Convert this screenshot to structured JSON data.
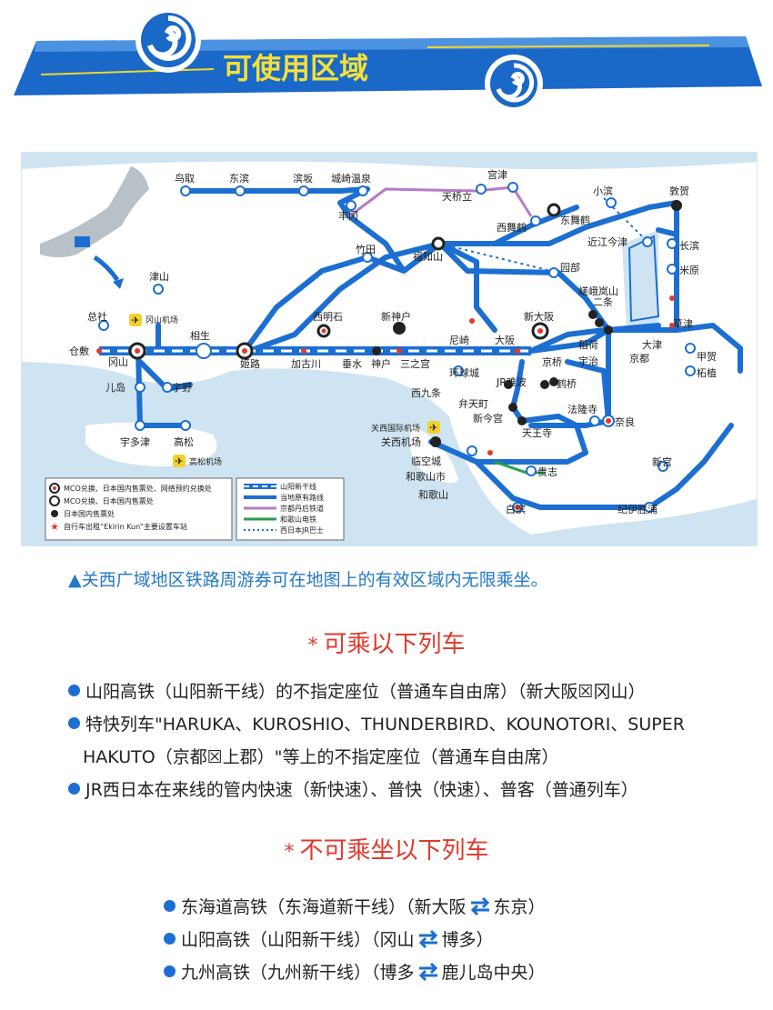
{
  "banner": {
    "title": "可使用区域"
  },
  "map": {
    "stations": {
      "tottori": "鸟取",
      "higashihama": "东滨",
      "hamasaka": "滨坂",
      "kinosaki": "城崎温泉",
      "toyooka": "丰冈",
      "amanohashidate": "天桥立",
      "miyazu": "宫津",
      "nishimaizuru": "西舞鹤",
      "higashimaizuru": "东舞鹤",
      "obama": "小滨",
      "tsuruga": "敦贺",
      "omiimazu": "近江今津",
      "nagahama": "长滨",
      "maibara": "米原",
      "takeda": "竹田",
      "fukuchiyama": "福知山",
      "sonobe": "园部",
      "arashiyama": "嵯峨岚山",
      "nijo": "二条",
      "kusatsu": "草津",
      "otsu": "大津",
      "koka": "甲贺",
      "tsuge": "柘植",
      "kyoto": "京都",
      "inari": "稻荷",
      "uji": "宇治",
      "tsuyama": "津山",
      "soja": "总社",
      "kurashiki": "仓敷",
      "okayama": "冈山",
      "aioi": "相生",
      "himeji": "姬路",
      "nishiakashi": "西明石",
      "shinkobe": "新神户",
      "shinosaka": "新大阪",
      "osaka": "大阪",
      "amagasaki": "尼崎",
      "kakogawa": "加古川",
      "tarumi": "垂水",
      "kobe": "神户",
      "sannomiya": "三之宫",
      "kyobashi": "京桥",
      "tsuruhashi": "鹤桥",
      "jrnamba": "JR难波",
      "kanjo": "环球城",
      "nishikujo": "西九条",
      "bentencho": "弁天町",
      "shinimamiya": "新今宫",
      "tennoji": "天王寺",
      "horyuji": "法隆寺",
      "nara": "奈良",
      "kojima": "儿岛",
      "uno": "宇野",
      "utazu": "宇多津",
      "takamatsu": "高松",
      "kix": "关西机场",
      "rinku": "临空城",
      "wakayamashi": "和歌山市",
      "wakayama": "和歌山",
      "kishi": "贵志",
      "shirahama": "白滨",
      "shingu": "新宫",
      "kiikatsuura": "纪伊胜浦"
    },
    "airports": {
      "okayama": "冈山机场",
      "takamatsu": "高松机场",
      "kansai": "关西国际机场"
    },
    "legend_left": [
      "MCO兑换、日本国内售票处、网络预约兑换处",
      "MCO兑换、日本国内售票处",
      "日本国内售票处",
      "自行车出租“Ekirin Kun”主要设置车站"
    ],
    "legend_right": [
      "山阳新干线",
      "当地原有路线",
      "京都丹后铁道",
      "和歌山电铁",
      "西日本JR巴士"
    ],
    "colors": {
      "jr_line": "#1c6fd1",
      "tango_line": "#b879c8",
      "wakayama_line": "#2aa04a",
      "sea": "#cfe4f2",
      "land": "#ffffff"
    }
  },
  "caption": "▲关西广域地区铁路周游券可在地图上的有效区域内无限乘坐。",
  "allowed": {
    "title": "可乘以下列车",
    "items": [
      "山阳高铁（山阳新干线）的不指定座位（普通车自由席）（新大阪☒冈山）",
      "特快列车\"HARUKA、KUROSHIO、THUNDERBIRD、KOUNOTORI、SUPER",
      "HAKUTO（京都☒上郡）\"等上的不指定座位（普通车自由席）",
      "JR西日本在来线的管内快速（新快速）、普快（快速）、普客（普通列车）"
    ]
  },
  "not_allowed": {
    "title": "不可乘坐以下列车",
    "items": [
      {
        "text": "东海道高铁（东海道新干线）（新大阪",
        "end": "东京）"
      },
      {
        "text": "山阳高铁（山阳新干线）（冈山",
        "end": "博多）"
      },
      {
        "text": "九州高铁（九州新干线）（博多",
        "end": "鹿儿岛中央）"
      }
    ]
  }
}
